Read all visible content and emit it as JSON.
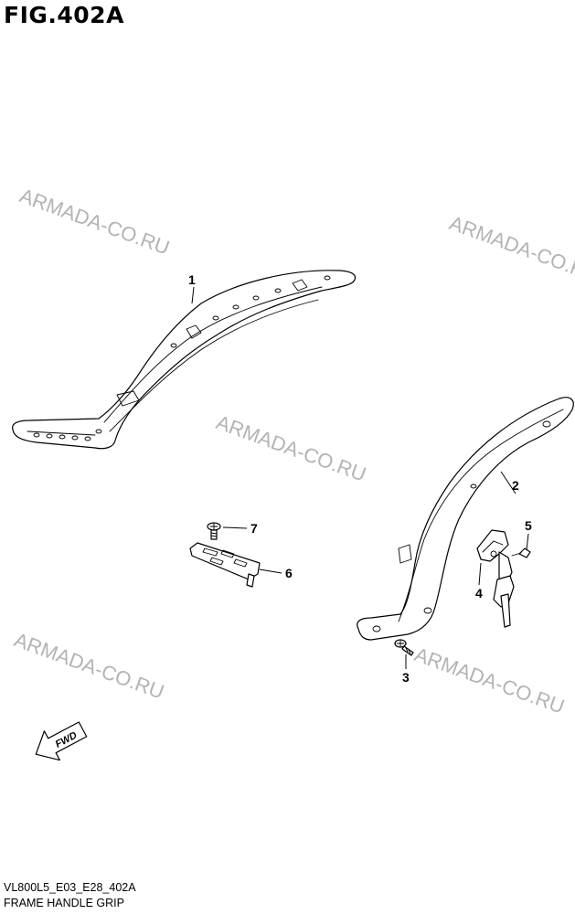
{
  "figure": {
    "title": "FIG.402A",
    "model_code": "VL800L5_E03_E28_402A",
    "caption": "FRAME HANDLE GRIP"
  },
  "watermark": {
    "text": "ARMADA-CO.RU",
    "color": "#b3b3b3"
  },
  "callouts": [
    "1",
    "2",
    "3",
    "4",
    "5",
    "6",
    "7"
  ],
  "direction_badge": {
    "label": "FWD",
    "icon": "arrow-down-left-icon"
  }
}
